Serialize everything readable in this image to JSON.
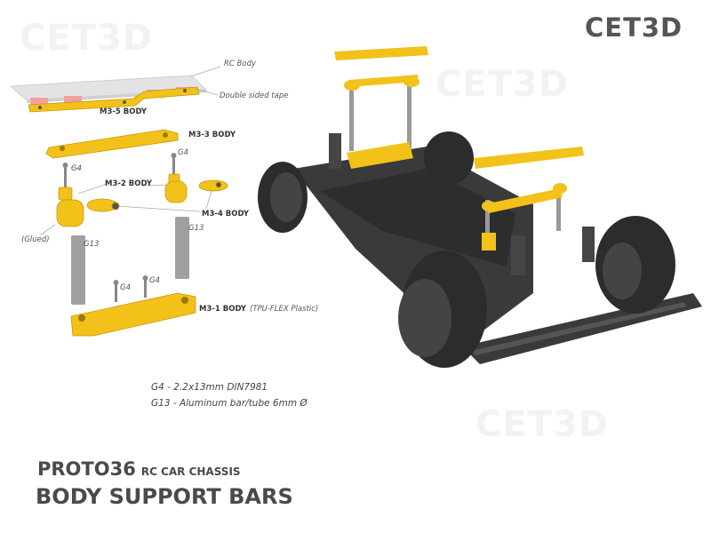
{
  "brand": "CET3D",
  "watermark": "CET3D",
  "labels": {
    "rc_body": "RC Body",
    "double_tape": "Double sided tape",
    "m3_5": "M3-5 BODY",
    "m3_3": "M3-3 BODY",
    "m3_2": "M3-2 BODY",
    "m3_4": "M3-4 BODY",
    "m3_1": "M3-1 BODY",
    "m3_1_note": "(TPU-FLEX Plastic)",
    "g4": "G4",
    "g13": "G13",
    "glued": "(Glued)"
  },
  "legend": {
    "g4": "G4 - 2.2x13mm DIN7981",
    "g13": "G13 - Aluminum bar/tube 6mm Ø"
  },
  "title": {
    "product": "PROTO36",
    "product_sub": "RC CAR CHASSIS",
    "main": "BODY SUPPORT BARS"
  },
  "colors": {
    "part_yellow": "#f2c21a",
    "chassis_dark": "#3a3a3a",
    "bar_grey": "#a0a0a0",
    "tape_pink": "#f3a0a0"
  }
}
